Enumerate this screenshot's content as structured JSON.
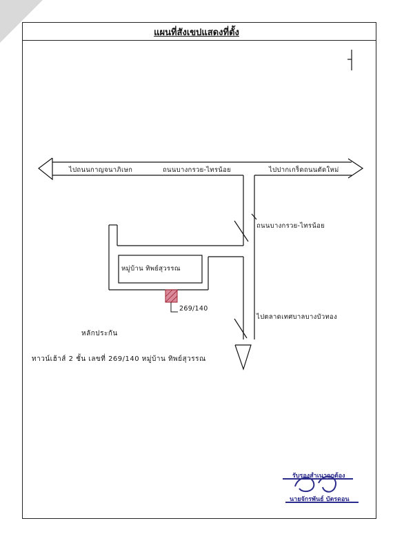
{
  "title": "แผนที่สังเขปแสดงที่ตั้ง",
  "roads": {
    "west_label": "ไปถนนกาญจนาภิเษก",
    "main_label": "ถนนบางกรวย-ไทรน้อย",
    "east_label": "ไปปากเกร็ดถนนตัดใหม่",
    "branch_label": "ถนนบางกรวย-ไทรน้อย",
    "south_label": "ไปตลาดเทศบาลบางบัวทอง"
  },
  "village_label": "หมู่บ้าน ทิพย์สุวรรณ",
  "house_number": "269/140",
  "collateral_heading": "หลักประกัน",
  "collateral_description": "ทาวน์เฮ้าส์ 2 ชั้น เลขที่ 269/140 หมู่บ้าน ทิพย์สุวรรณ",
  "stamp": {
    "line1": "รับรองสำเนาถูกต้อง",
    "line2": "นายจักรพันธ์ บัตรดอน"
  },
  "colors": {
    "ink": "#111111",
    "marker": "#d98a9a",
    "stamp_ink": "#2a2a8a"
  }
}
